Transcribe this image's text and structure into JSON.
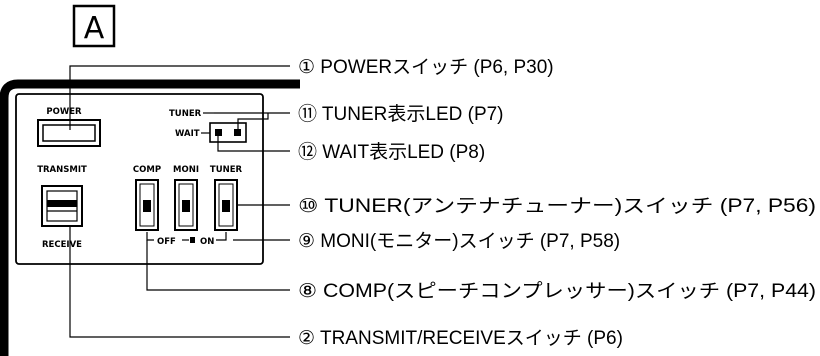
{
  "section_letter": "A",
  "panel_labels": {
    "power": "POWER",
    "tuner_led": "TUNER",
    "wait_led": "WAIT",
    "transmit": "TRANSMIT",
    "receive": "RECEIVE",
    "comp": "COMP",
    "moni": "MONI",
    "tuner_switch": "TUNER",
    "off": "OFF",
    "on": "ON"
  },
  "callouts": [
    {
      "id": "power-switch",
      "text": "① POWERスイッチ (P6, P30)"
    },
    {
      "id": "tuner-led",
      "text": "⑪ TUNER表示LED (P7)"
    },
    {
      "id": "wait-led",
      "text": "⑫ WAIT表示LED (P8)"
    },
    {
      "id": "tuner-switch",
      "text": "⑩ TUNER(アンテナチューナー)スイッチ (P7, P56)"
    },
    {
      "id": "moni-switch",
      "text": "⑨ MONI(モニター)スイッチ (P7, P58)"
    },
    {
      "id": "comp-switch",
      "text": "⑧ COMP(スピーチコンプレッサー)スイッチ (P7, P44)"
    },
    {
      "id": "transmit-receive-switch",
      "text": "② TRANSMIT/RECEIVEスイッチ (P6)"
    }
  ]
}
